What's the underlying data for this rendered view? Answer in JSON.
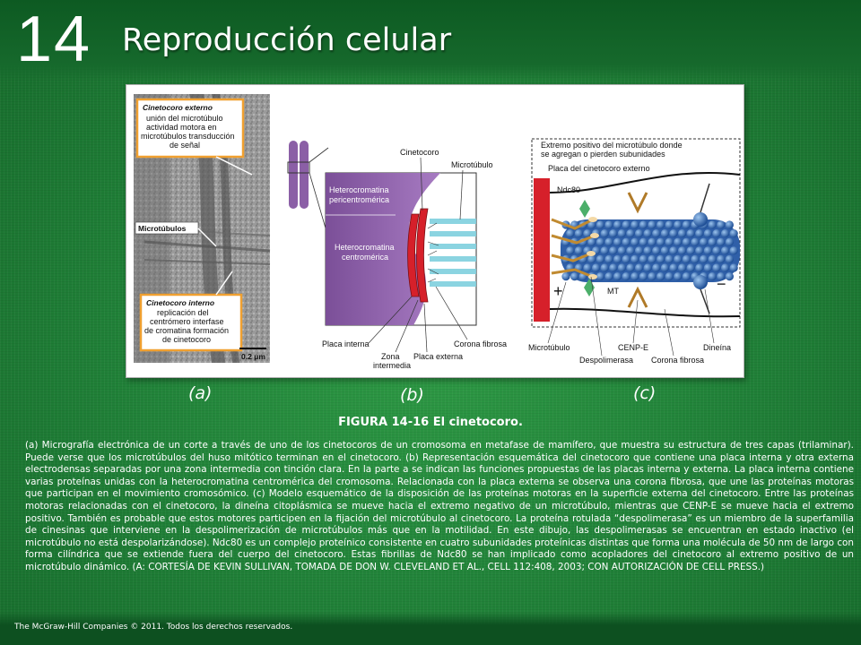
{
  "header": {
    "chapter_number": "14",
    "chapter_title": "Reproducción celular"
  },
  "figure": {
    "panel_a": {
      "label": "(a)",
      "outer_box_title": "Cinetocoro externo",
      "outer_box_lines": [
        "unión del microtúbulo",
        "actividad motora en",
        "microtúbulos transducción",
        "de señal"
      ],
      "microtubule_label": "Microtúbulos",
      "inner_box_title": "Cinetocoro interno",
      "inner_box_lines": [
        "replicación del",
        "centrómero interfase",
        "de cromatina formación",
        "de cinetocoro"
      ],
      "scale_bar": "0.2 μm"
    },
    "panel_b": {
      "label": "(b)",
      "kinetochore": "Cinetocoro",
      "microtubule": "Microtúbulo",
      "pericentromeric": [
        "Heterocromatina",
        "pericentromérica"
      ],
      "centromeric": [
        "Heterocromatina",
        "centromérica"
      ],
      "inner_plate": "Placa interna",
      "intermediate_zone": [
        "Zona",
        "intermedia"
      ],
      "outer_plate": "Placa externa",
      "fibrous_corona": "Corona fibrosa"
    },
    "panel_c": {
      "label": "(c)",
      "plus_end": [
        "Extremo positivo del microtúbulo donde",
        "se agregan o pierden subunidades"
      ],
      "outer_plate": "Placa del cinetocoro externo",
      "ndc80": "Ndc80",
      "mt": "MT",
      "plus_sign": "+",
      "minus_sign": "−",
      "microtubule": "Microtúbulo",
      "depolymerase": "Despolimerasa",
      "cenpe": "CENP-E",
      "fibrous_corona": "Corona fibrosa",
      "dynein": "Dineína"
    }
  },
  "figure_title": {
    "number": "FIGURA 14-16",
    "text": "El cinetocoro."
  },
  "caption": "(a) Micrografía electrónica de un corte a través de uno de los cinetocoros de un cromosoma en metafase de mamífero, que muestra su estructura de tres capas (trilaminar). Puede verse que los microtúbulos del huso mitótico terminan en el cinetocoro. (b) Representación esquemática del cinetocoro que contiene una placa interna y otra externa electrodensas separadas por una zona intermedia con tinción clara. En la parte a se indican las funciones propuestas de las placas interna y externa. La placa interna contiene varias proteínas unidas con la heterocromatina centromérica del cromosoma. Relacionada con la placa externa se observa una corona fibrosa, que une las proteínas motoras que participan en el movimiento cromosómico. (c) Modelo esquemático de la disposición de las proteínas motoras en la superficie externa del cinetocoro. Entre las proteínas motoras relacionadas con el cinetocoro, la dineína citoplásmica se mueve hacia el extremo negativo de un microtúbulo, mientras que CENP-E se mueve hacia el extremo positivo. También es probable que estos motores participen en la fijación del microtúbulo al cinetocoro. La proteína rotulada “despolimerasa” es un miembro de la superfamilia de cinesinas que interviene en la despolimerización de microtúbulos más que en la motilidad. En este dibujo, las despolimerasas se encuentran en estado inactivo (el microtúbulo no está despolarizándose). Ndc80 es un complejo proteínico consistente en cuatro subunidades proteínicas distintas que forma una molécula de 50 nm de largo con forma cilíndrica que se extiende fuera del cuerpo del cinetocoro. Estas fibrillas de Ndc80 se han implicado como acopladores del cinetocoro al extremo positivo de un microtúbulo dinámico. (A: CORTESÍA DE KEVIN SULLIVAN, TOMADA DE DON W. CLEVELAND ET AL., CELL 112:408, 2003; CON AUTORIZACIÓN DE CELL PRESS.)",
  "footer": "The McGraw-Hill Companies © 2011. Todos los derechos reservados.",
  "colors": {
    "background_green": "#1f7a35",
    "header_green": "#0d5a22",
    "purple": "#8b5fa6",
    "plate_red": "#d6202a",
    "microtubule_blue": "#3a6fb6",
    "callout_orange": "#f0a030"
  }
}
